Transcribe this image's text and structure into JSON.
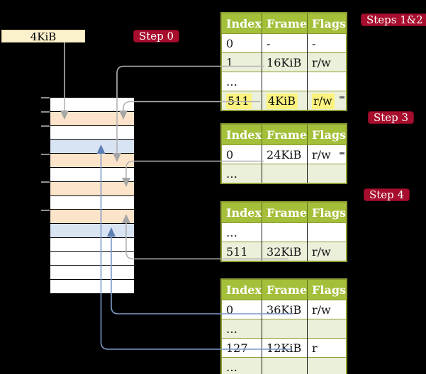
{
  "colors": {
    "background": "#000000",
    "table_header_bg": "#a4bf3a",
    "table_row_alt_bg": "#ebf0da",
    "table_border": "#8d9c33",
    "highlight_yellow": "#fcf37e",
    "badge_bg": "#a70d2c",
    "legend_box_bg": "#fcf1cd",
    "frame_free": "#ffffff",
    "frame_pagetable": "#fce4ca",
    "frame_data": "#d9e4f2",
    "connector_gray": "#b3b3b3",
    "connector_gray_head": "#a6a6a6",
    "connector_blue": "#7d99c6",
    "connector_blue_head": "#5c7fb6"
  },
  "legend_box": {
    "label": "4KiB"
  },
  "badges": {
    "step0": {
      "label": "Step 0"
    },
    "steps12": {
      "label": "Steps 1&2"
    },
    "step3": {
      "label": "Step 3"
    },
    "step4": {
      "label": "Step 4"
    }
  },
  "memory": {
    "rows": [
      "free",
      "pagetable",
      "free",
      "data",
      "pagetable",
      "free",
      "pagetable",
      "free",
      "pagetable",
      "data",
      "free",
      "free",
      "free",
      "free"
    ],
    "ticks_y": [
      137,
      156.9,
      176.8,
      216.5,
      256.2,
      295.9
    ]
  },
  "tables": {
    "t1": {
      "headers": [
        "Index",
        "Frame",
        "Flags"
      ],
      "rows": [
        {
          "cells": [
            "0",
            "-",
            "-"
          ],
          "shade": false,
          "highlight": false
        },
        {
          "cells": [
            "1",
            "16KiB",
            "r/w"
          ],
          "shade": true,
          "highlight": false
        },
        {
          "cells": [
            "…",
            "",
            ""
          ],
          "shade": false,
          "highlight": false
        },
        {
          "cells": [
            "511",
            "4KiB",
            "r/w"
          ],
          "shade": true,
          "highlight": true
        }
      ]
    },
    "t2": {
      "headers": [
        "Index",
        "Frame",
        "Flags"
      ],
      "rows": [
        {
          "cells": [
            "0",
            "24KiB",
            "r/w"
          ],
          "shade": false,
          "highlight": false
        },
        {
          "cells": [
            "…",
            "",
            ""
          ],
          "shade": true,
          "highlight": false
        }
      ]
    },
    "t3": {
      "headers": [
        "Index",
        "Frame",
        "Flags"
      ],
      "rows": [
        {
          "cells": [
            "…",
            "",
            ""
          ],
          "shade": false,
          "highlight": false
        },
        {
          "cells": [
            "511",
            "32KiB",
            "r/w"
          ],
          "shade": true,
          "highlight": false
        }
      ]
    },
    "t4": {
      "headers": [
        "Index",
        "Frame",
        "Flags"
      ],
      "rows": [
        {
          "cells": [
            "0",
            "36KiB",
            "r/w"
          ],
          "shade": false,
          "highlight": false
        },
        {
          "cells": [
            "…",
            "",
            ""
          ],
          "shade": true,
          "highlight": false
        },
        {
          "cells": [
            "127",
            "12KiB",
            "r"
          ],
          "shade": false,
          "highlight": false
        },
        {
          "cells": [
            "…",
            "",
            ""
          ],
          "shade": true,
          "highlight": false
        }
      ]
    }
  }
}
